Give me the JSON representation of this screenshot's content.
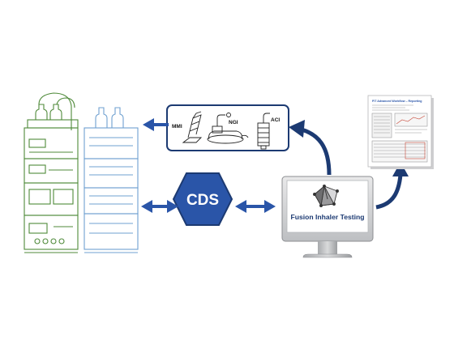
{
  "cds": {
    "label": "CDS"
  },
  "monitor": {
    "app_label": "Fusion Inhaler Testing"
  },
  "impactors": {
    "mmi": "MMI",
    "ngi": "NGI",
    "aci": "ACI"
  },
  "report": {
    "title": "FIT Advanced Workflow – Reporting"
  },
  "colors": {
    "arrow": "#2a55a8",
    "navy": "#1c3a72",
    "hplc_green": "#4f8a3a",
    "hplc_blue": "#6fa0d0",
    "cds_fill": "#2a55a8"
  }
}
